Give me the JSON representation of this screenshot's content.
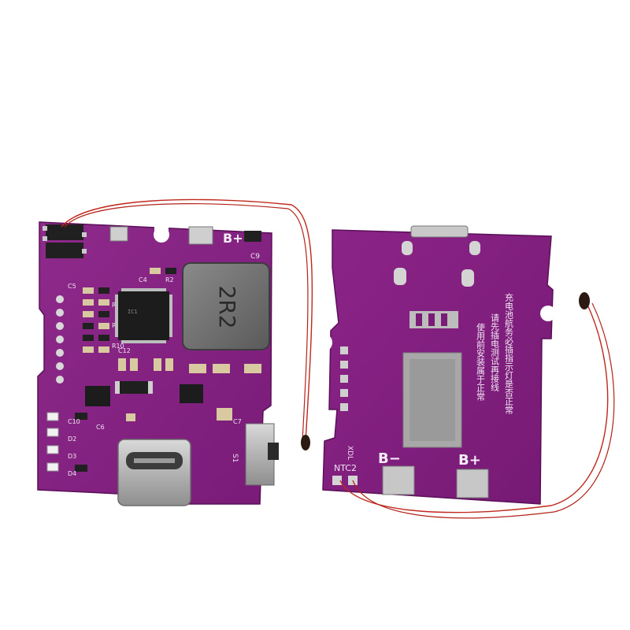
{
  "photo": {
    "background": "#ffffff",
    "pcb_color": "#8a1f86",
    "pcb_dark": "#6e146c",
    "wire_color": "#c0281e"
  },
  "left_board": {
    "labels": {
      "bplus": "B+",
      "c9": "C9",
      "c5": "C5",
      "c4": "C4",
      "ic": "IC1",
      "inductor": "2R2",
      "r10": "R10",
      "r6": "R6",
      "r5": "R5",
      "r2": "R2",
      "c12": "C12",
      "c10": "C10",
      "c6": "C6",
      "d2": "D2",
      "d3": "D3",
      "d4": "D4",
      "sw": "S1",
      "c7": "C7"
    }
  },
  "right_board": {
    "labels": {
      "bminus": "B−",
      "bplus": "B+",
      "ntc": "NTC2",
      "xdl": "XDL"
    },
    "notes": [
      "充电池航务必插指示灯是否正常",
      "请先插电测试再接线",
      "使用前安装属于正常"
    ]
  }
}
